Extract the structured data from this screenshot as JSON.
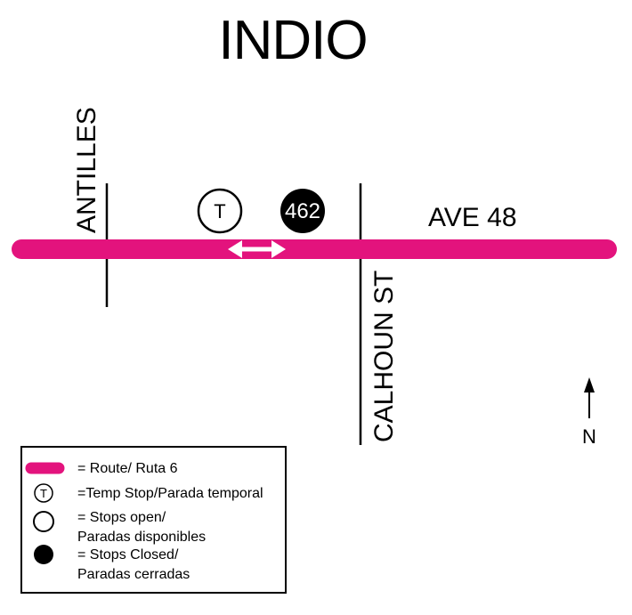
{
  "title": "INDIO",
  "streets": {
    "main": "AVE 48",
    "cross_west": "ANTILLES",
    "cross_east": "CALHOUN ST"
  },
  "stops": {
    "temp_stop_symbol": "T",
    "closed_stop_number": "462"
  },
  "north_label": "N",
  "legend": {
    "route": "= Route/ Ruta 6",
    "temp_stop_symbol": "T",
    "temp_stop": "=Temp Stop/Parada temporal",
    "stops_open_line1": "= Stops open/",
    "stops_open_line2": "Paradas disponibles",
    "stops_closed_line1": "= Stops Closed/",
    "stops_closed_line2": "Paradas cerradas"
  },
  "colors": {
    "route": "#e3137d",
    "ink": "#000000",
    "background": "#ffffff"
  },
  "icons": {
    "detour_arrow": "double-arrow-icon",
    "north_arrow": "north-arrow-icon"
  }
}
